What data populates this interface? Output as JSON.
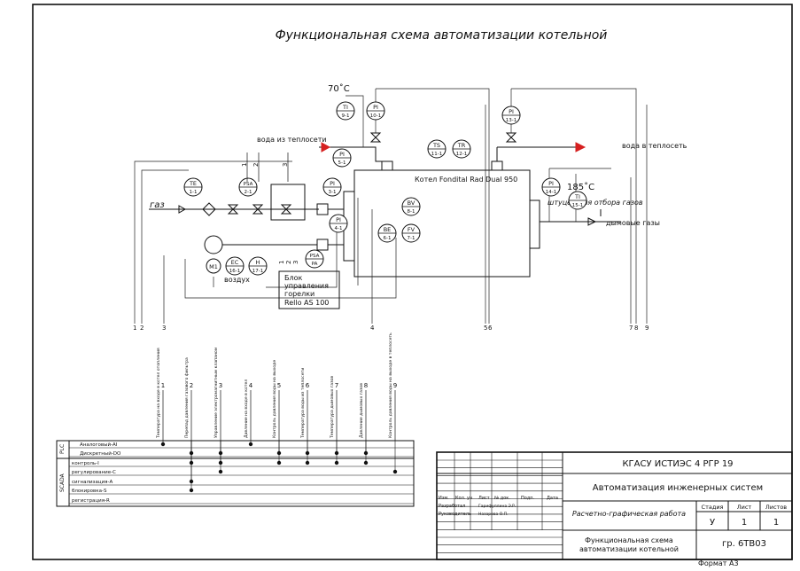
{
  "title": "Функциональная схема автоматизации котельной",
  "temp_supply": "70˚C",
  "temp_flue": "185˚C",
  "labels": {
    "water_from": "вода из теплосети",
    "water_to": "вода в теплосеть",
    "gas": "газ",
    "air": "воздух",
    "boiler": "Котел Fondital Rad Dual 950",
    "fitting": "штуцер для отбора газов",
    "flue": "дымовые газы",
    "ctrl_block": [
      "Блок",
      "управления",
      "горелки",
      "Rello AS 100"
    ]
  },
  "instruments": [
    {
      "id": "TI-9-1",
      "top": "TI",
      "bot": "9-1"
    },
    {
      "id": "PI-10-1",
      "top": "PI",
      "bot": "10-1"
    },
    {
      "id": "PI-5-1",
      "top": "PI",
      "bot": "5-1"
    },
    {
      "id": "TS-11-1",
      "top": "TS",
      "bot": "11-1"
    },
    {
      "id": "TR-12-1",
      "top": "TR",
      "bot": "12-1"
    },
    {
      "id": "PI-13-1",
      "top": "PI",
      "bot": "13-1"
    },
    {
      "id": "TE-1-1",
      "top": "TE",
      "bot": "1-1"
    },
    {
      "id": "PSA-2-1",
      "top": "PSA",
      "bot": "2-1"
    },
    {
      "id": "PI-3-1",
      "top": "PI",
      "bot": "3-1"
    },
    {
      "id": "PI-4-1",
      "top": "PI",
      "bot": "4-1"
    },
    {
      "id": "BV-8-1",
      "top": "BV",
      "bot": "8-1"
    },
    {
      "id": "BE-6-1",
      "top": "BE",
      "bot": "6-1"
    },
    {
      "id": "FV-7-1",
      "top": "FV",
      "bot": "7-1"
    },
    {
      "id": "PI-14-1",
      "top": "PI",
      "bot": "14-1"
    },
    {
      "id": "TI-15-1",
      "top": "TI",
      "bot": "15-1"
    },
    {
      "id": "M1",
      "top": "M1",
      "bot": ""
    },
    {
      "id": "EC-16-1",
      "top": "EC",
      "bot": "16-1"
    },
    {
      "id": "H-17-1",
      "top": "H",
      "bot": "17-1"
    },
    {
      "id": "PSA-PA",
      "top": "PSA",
      "bot": "PA"
    }
  ],
  "line_numbers_bottom": [
    "1",
    "2",
    "3",
    "4",
    "5",
    "6",
    "7",
    "8",
    "9"
  ],
  "line_numbers_top": [
    "1",
    "2",
    "3"
  ],
  "line_numbers_ctrl": [
    "1",
    "2",
    "3"
  ],
  "table": {
    "columns": [
      {
        "num": "1",
        "label": "Температура на входе в котел отопления"
      },
      {
        "num": "2",
        "label": "Перепад давления газового фильтра"
      },
      {
        "num": "3",
        "label": "Управление электромагнитным клапаном"
      },
      {
        "num": "4",
        "label": "Давление на входе в котел"
      },
      {
        "num": "5",
        "label": "Контроль давления воды на выходе"
      },
      {
        "num": "6",
        "label": "Температура воды из теплосети"
      },
      {
        "num": "7",
        "label": "Температура дымовых газов"
      },
      {
        "num": "8",
        "label": "Давление дымовых газов"
      },
      {
        "num": "9",
        "label": "Контроль давления воды на выходе в теплосеть"
      }
    ],
    "groups": [
      "PLC",
      "SCADA"
    ],
    "rows": [
      "Аналоговый-AI",
      "Дискретный-DO",
      "контроль-I",
      "регулирование-C",
      "сигнализация-A",
      "блокировка-S",
      "регистрация-R"
    ]
  },
  "stamp": {
    "code": "КГАСУ ИСТИЭС 4 РГР 19",
    "subject": "Автоматизация инженерных систем",
    "work": "Расчетно-графическая работа",
    "sheet_title": [
      "Функциональная схема",
      "автоматизации котельной"
    ],
    "group": "гр. 6ТВ03",
    "col_heads": [
      "Изм.",
      "Кол. уч",
      "Лист",
      "№ док.",
      "Подп.",
      "Дата"
    ],
    "roles": [
      "Разработал",
      "Руководитель"
    ],
    "names": [
      "Гарифуллина Э.Р.",
      "Назарова О.П."
    ],
    "stage_head": "Стадия",
    "sheet_head": "Лист",
    "sheets_head": "Листов",
    "stage": "У",
    "sheet": "1",
    "sheets": "1"
  },
  "format": "Формат А3"
}
